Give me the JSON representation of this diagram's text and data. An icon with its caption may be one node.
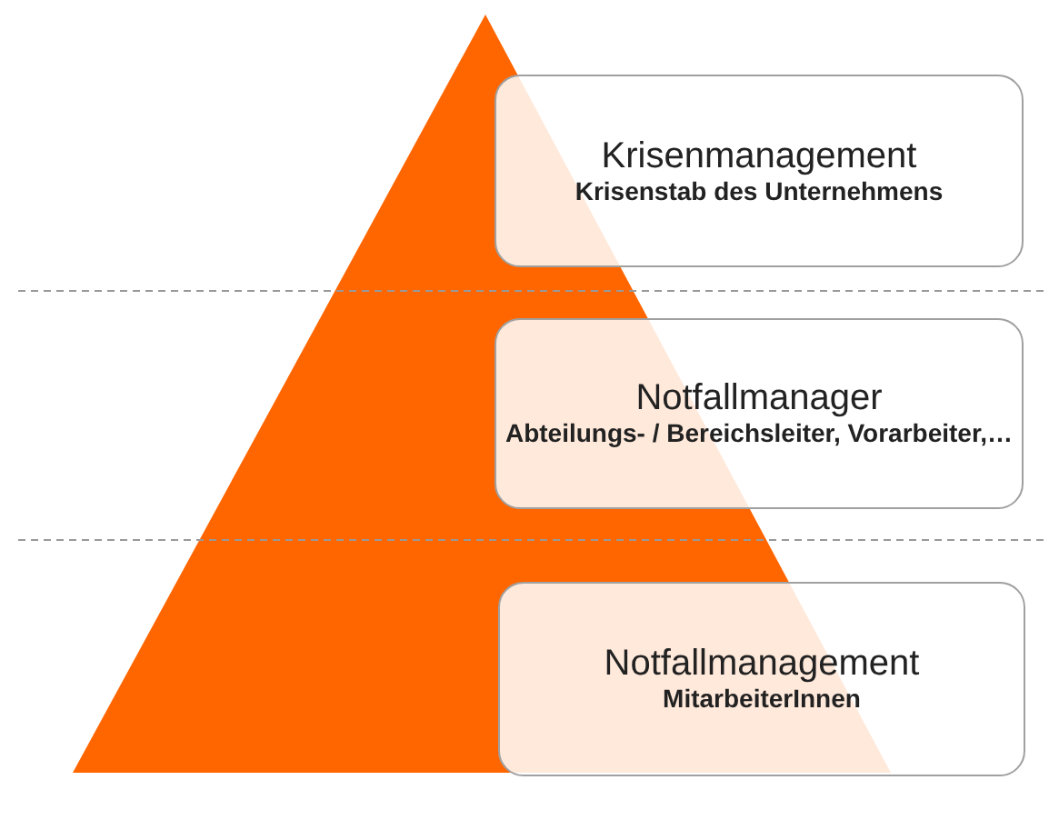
{
  "diagram": {
    "nodes": [
      {
        "text": [
          "Krisenmanagement",
          "Krisenstab des Unternehmens"
        ]
      },
      {
        "text": [
          "Notfallmanager",
          "Abteilungs- / Bereichsleiter, Vorarbeiter,…"
        ]
      },
      {
        "text": [
          "Notfallmanagement",
          "MitarbeiterInnen"
        ]
      }
    ]
  }
}
